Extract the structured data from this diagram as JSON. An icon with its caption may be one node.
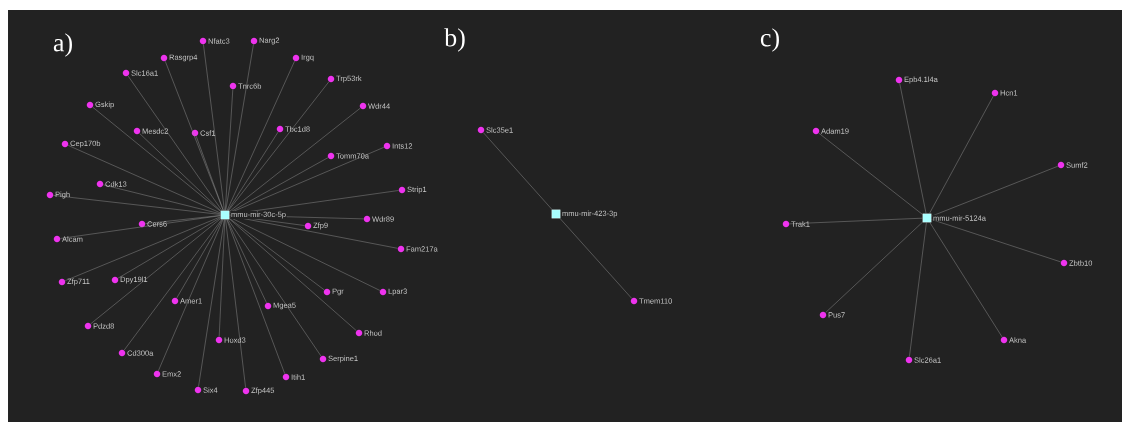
{
  "diagram": {
    "nodes": [
      {
        "text": [],
        "shape": "box",
        "beside": [
          "mmu-mir-30c-5p"
        ]
      },
      {
        "text": [],
        "shape": "circle",
        "beside": [
          "Nfatc3"
        ]
      },
      {
        "text": [],
        "shape": "circle",
        "beside": [
          "Narg2"
        ]
      },
      {
        "text": [],
        "shape": "circle",
        "beside": [
          "Rasgrp4"
        ]
      },
      {
        "text": [],
        "shape": "circle",
        "beside": [
          "Irgq"
        ]
      },
      {
        "text": [],
        "shape": "circle",
        "beside": [
          "Slc16a1"
        ]
      },
      {
        "text": [],
        "shape": "circle",
        "beside": [
          "Trp53rk"
        ]
      },
      {
        "text": [],
        "shape": "circle",
        "beside": [
          "Tnrc6b"
        ]
      },
      {
        "text": [],
        "shape": "circle",
        "beside": [
          "Gskip"
        ]
      },
      {
        "text": [],
        "shape": "circle",
        "beside": [
          "Wdr44"
        ]
      },
      {
        "text": [],
        "shape": "circle",
        "beside": [
          "Tbc1d8"
        ]
      },
      {
        "text": [],
        "shape": "circle",
        "beside": [
          "Mesdc2"
        ]
      },
      {
        "text": [],
        "shape": "circle",
        "beside": [
          "Csf1"
        ]
      },
      {
        "text": [],
        "shape": "circle",
        "beside": [
          "Cep170b"
        ]
      },
      {
        "text": [],
        "shape": "circle",
        "beside": [
          "Ints12"
        ]
      },
      {
        "text": [],
        "shape": "circle",
        "beside": [
          "Tomm70a"
        ]
      },
      {
        "text": [],
        "shape": "circle",
        "beside": [
          "Cdk13"
        ]
      },
      {
        "text": [],
        "shape": "circle",
        "beside": [
          "Strip1"
        ]
      },
      {
        "text": [],
        "shape": "circle",
        "beside": [
          "Pigh"
        ]
      },
      {
        "text": [],
        "shape": "circle",
        "beside": [
          "Wdr89"
        ]
      },
      {
        "text": [],
        "shape": "circle",
        "beside": [
          "Cers6"
        ]
      },
      {
        "text": [],
        "shape": "circle",
        "beside": [
          "Zfp9"
        ]
      },
      {
        "text": [],
        "shape": "circle",
        "beside": [
          "Alcam"
        ]
      },
      {
        "text": [],
        "shape": "circle",
        "beside": [
          "Fam217a"
        ]
      },
      {
        "text": [],
        "shape": "circle",
        "beside": [
          "Dpy19l1"
        ]
      },
      {
        "text": [],
        "shape": "circle",
        "beside": [
          "Zfp711"
        ]
      },
      {
        "text": [],
        "shape": "circle",
        "beside": [
          "Pgr"
        ]
      },
      {
        "text": [],
        "shape": "circle",
        "beside": [
          "Lpar3"
        ]
      },
      {
        "text": [],
        "shape": "circle",
        "beside": [
          "Amer1"
        ]
      },
      {
        "text": [],
        "shape": "circle",
        "beside": [
          "Mgea5"
        ]
      },
      {
        "text": [],
        "shape": "circle",
        "beside": [
          "Pdzd8"
        ]
      },
      {
        "text": [],
        "shape": "circle",
        "beside": [
          "Rhod"
        ]
      },
      {
        "text": [],
        "shape": "circle",
        "beside": [
          "Hoxd3"
        ]
      },
      {
        "text": [],
        "shape": "circle",
        "beside": [
          "Cd300a"
        ]
      },
      {
        "text": [],
        "shape": "circle",
        "beside": [
          "Serpine1"
        ]
      },
      {
        "text": [],
        "shape": "circle",
        "beside": [
          "Emx2"
        ]
      },
      {
        "text": [],
        "shape": "circle",
        "beside": [
          "Itih1"
        ]
      },
      {
        "text": [],
        "shape": "circle",
        "beside": [
          "Six4"
        ]
      },
      {
        "text": [],
        "shape": "circle",
        "beside": [
          "Zfp445"
        ]
      },
      {
        "text": [],
        "shape": "box",
        "beside": [
          "mmu-mir-423-3p"
        ]
      },
      {
        "text": [],
        "shape": "circle",
        "beside": [
          "Slc35e1"
        ]
      },
      {
        "text": [],
        "shape": "circle",
        "beside": [
          "Tmem110"
        ]
      },
      {
        "text": [],
        "shape": "box",
        "beside": [
          "mmu-mir-5124a"
        ]
      },
      {
        "text": [],
        "shape": "circle",
        "beside": [
          "Epb4.1l4a"
        ]
      },
      {
        "text": [],
        "shape": "circle",
        "beside": [
          "Hcn1"
        ]
      },
      {
        "text": [],
        "shape": "circle",
        "beside": [
          "Adam19"
        ]
      },
      {
        "text": [],
        "shape": "circle",
        "beside": [
          "Sumf2"
        ]
      },
      {
        "text": [],
        "shape": "circle",
        "beside": [
          "Trak1"
        ]
      },
      {
        "text": [],
        "shape": "circle",
        "beside": [
          "Zbtb10"
        ]
      },
      {
        "text": [],
        "shape": "circle",
        "beside": [
          "Pus7"
        ]
      },
      {
        "text": [],
        "shape": "circle",
        "beside": [
          "Akna"
        ]
      },
      {
        "text": [],
        "shape": "circle",
        "beside": [
          "Slc26a1"
        ]
      }
    ],
    "edges": [
      {
        "from": 0,
        "to": 1,
        "arrow": "none"
      },
      {
        "from": 0,
        "to": 2,
        "arrow": "none"
      },
      {
        "from": 0,
        "to": 3,
        "arrow": "none"
      },
      {
        "from": 0,
        "to": 4,
        "arrow": "none"
      },
      {
        "from": 0,
        "to": 5,
        "arrow": "none"
      },
      {
        "from": 0,
        "to": 6,
        "arrow": "none"
      },
      {
        "from": 0,
        "to": 7,
        "arrow": "none"
      },
      {
        "from": 0,
        "to": 8,
        "arrow": "none"
      },
      {
        "from": 0,
        "to": 9,
        "arrow": "none"
      },
      {
        "from": 0,
        "to": 10,
        "arrow": "none"
      },
      {
        "from": 0,
        "to": 11,
        "arrow": "none"
      },
      {
        "from": 0,
        "to": 12,
        "arrow": "none"
      },
      {
        "from": 0,
        "to": 13,
        "arrow": "none"
      },
      {
        "from": 0,
        "to": 14,
        "arrow": "none"
      },
      {
        "from": 0,
        "to": 15,
        "arrow": "none"
      },
      {
        "from": 0,
        "to": 16,
        "arrow": "none"
      },
      {
        "from": 0,
        "to": 17,
        "arrow": "none"
      },
      {
        "from": 0,
        "to": 18,
        "arrow": "none"
      },
      {
        "from": 0,
        "to": 19,
        "arrow": "none"
      },
      {
        "from": 0,
        "to": 20,
        "arrow": "none"
      },
      {
        "from": 0,
        "to": 21,
        "arrow": "none"
      },
      {
        "from": 0,
        "to": 22,
        "arrow": "none"
      },
      {
        "from": 0,
        "to": 23,
        "arrow": "none"
      },
      {
        "from": 0,
        "to": 24,
        "arrow": "none"
      },
      {
        "from": 0,
        "to": 25,
        "arrow": "none"
      },
      {
        "from": 0,
        "to": 26,
        "arrow": "none"
      },
      {
        "from": 0,
        "to": 27,
        "arrow": "none"
      },
      {
        "from": 0,
        "to": 28,
        "arrow": "none"
      },
      {
        "from": 0,
        "to": 29,
        "arrow": "none"
      },
      {
        "from": 0,
        "to": 30,
        "arrow": "none"
      },
      {
        "from": 0,
        "to": 31,
        "arrow": "none"
      },
      {
        "from": 0,
        "to": 32,
        "arrow": "none"
      },
      {
        "from": 0,
        "to": 33,
        "arrow": "none"
      },
      {
        "from": 0,
        "to": 34,
        "arrow": "none"
      },
      {
        "from": 0,
        "to": 35,
        "arrow": "none"
      },
      {
        "from": 0,
        "to": 36,
        "arrow": "none"
      },
      {
        "from": 0,
        "to": 37,
        "arrow": "none"
      },
      {
        "from": 0,
        "to": 38,
        "arrow": "none"
      },
      {
        "from": 39,
        "to": 40,
        "arrow": "none"
      },
      {
        "from": 39,
        "to": 41,
        "arrow": "none"
      },
      {
        "from": 42,
        "to": 43,
        "arrow": "none"
      },
      {
        "from": 42,
        "to": 44,
        "arrow": "none"
      },
      {
        "from": 42,
        "to": 45,
        "arrow": "none"
      },
      {
        "from": 42,
        "to": 46,
        "arrow": "none"
      },
      {
        "from": 42,
        "to": 47,
        "arrow": "none"
      },
      {
        "from": 42,
        "to": 48,
        "arrow": "none"
      },
      {
        "from": 42,
        "to": 49,
        "arrow": "none"
      },
      {
        "from": 42,
        "to": 50,
        "arrow": "none"
      },
      {
        "from": 42,
        "to": 51,
        "arrow": "none"
      }
    ],
    "labels": [
      "a)",
      "b)",
      "c)"
    ]
  }
}
